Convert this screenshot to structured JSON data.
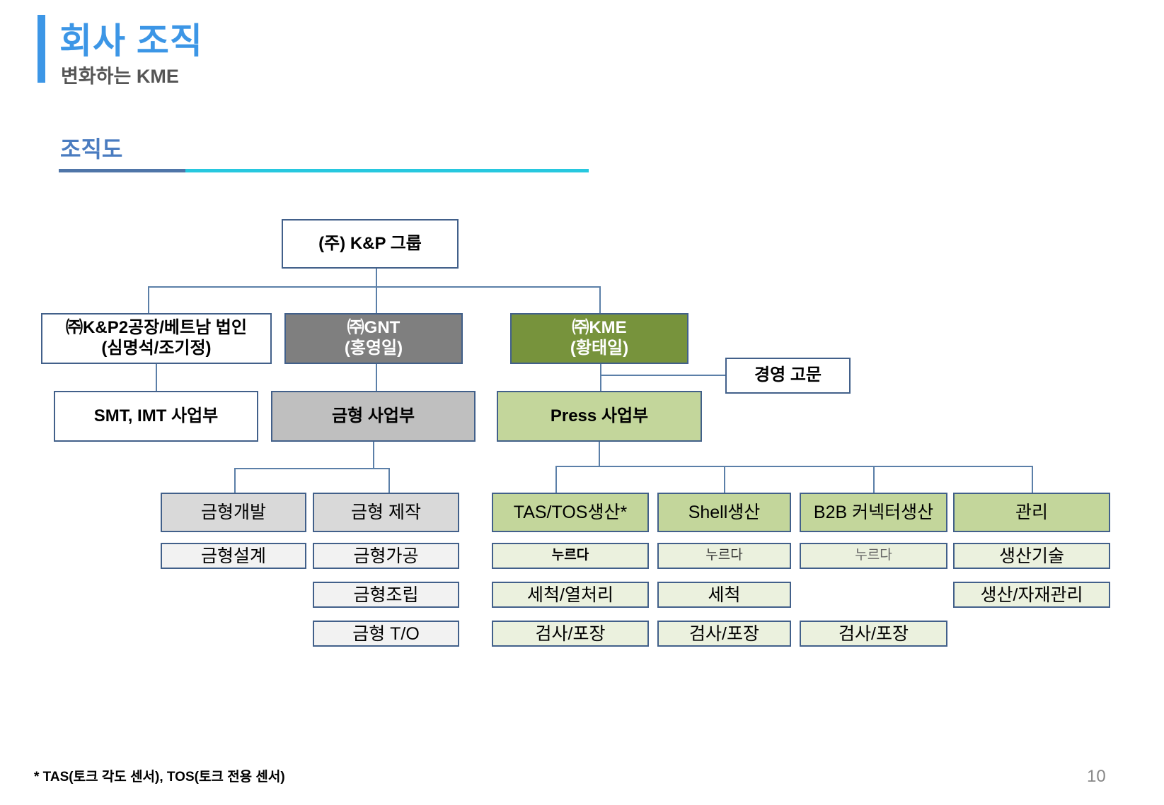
{
  "header": {
    "title": "회사 조직",
    "subtitle": "변화하는 KME"
  },
  "section": {
    "title": "조직도"
  },
  "org": {
    "root": "(주) K&P 그룹",
    "kp2": {
      "line1": "㈜K&P2공장/베트남 법인",
      "line2": "(심명석/조기정)",
      "division": "SMT, IMT 사업부"
    },
    "gnt": {
      "line1": "㈜GNT",
      "line2": "(홍영일)",
      "division": "금형 사업부",
      "teams": [
        {
          "name": "금형개발",
          "units": [
            "금형설계"
          ]
        },
        {
          "name": "금형 제작",
          "units": [
            "금형가공",
            "금형조립",
            "금형 T/O"
          ]
        }
      ]
    },
    "kme": {
      "line1": "㈜KME",
      "line2": "(황태일)",
      "advisor": "경영 고문",
      "division": "Press 사업부",
      "teams": [
        {
          "name": "TAS/TOS생산*",
          "units": [
            "누르다",
            "세척/열처리",
            "검사/포장"
          ]
        },
        {
          "name": "Shell생산",
          "units": [
            "누르다",
            "세척",
            "검사/포장"
          ]
        },
        {
          "name": "B2B 커넥터생산",
          "units": [
            "누르다",
            "검사/포장"
          ]
        },
        {
          "name": "관리",
          "units": [
            "생산기술",
            "생산/자재관리"
          ]
        }
      ]
    }
  },
  "footnote": "* TAS(토크 각도 센서), TOS(토크 전용 센서)",
  "page_number": "10"
}
